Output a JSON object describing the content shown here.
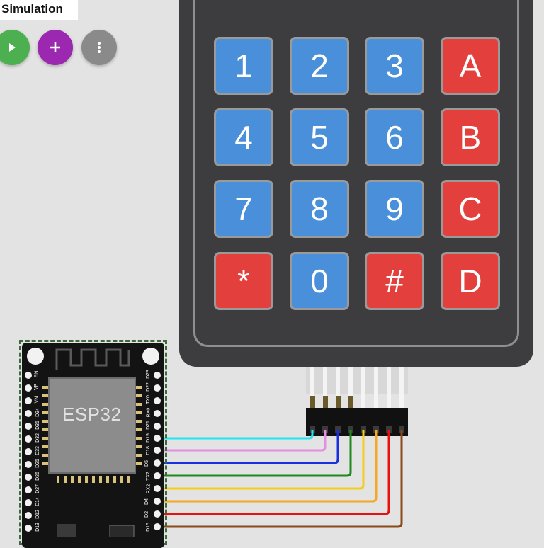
{
  "header": {
    "title": "Simulation"
  },
  "toolbar": {
    "buttons": [
      {
        "name": "play-button",
        "icon": "play-icon",
        "color": "#4caf50"
      },
      {
        "name": "add-button",
        "icon": "plus-icon",
        "color": "#9c27b0"
      },
      {
        "name": "more-button",
        "icon": "more-vertical-icon",
        "color": "#8a8a8a"
      }
    ]
  },
  "keypad": {
    "rows": [
      [
        {
          "label": "1",
          "color": "blue"
        },
        {
          "label": "2",
          "color": "blue"
        },
        {
          "label": "3",
          "color": "blue"
        },
        {
          "label": "A",
          "color": "red"
        }
      ],
      [
        {
          "label": "4",
          "color": "blue"
        },
        {
          "label": "5",
          "color": "blue"
        },
        {
          "label": "6",
          "color": "blue"
        },
        {
          "label": "B",
          "color": "red"
        }
      ],
      [
        {
          "label": "7",
          "color": "blue"
        },
        {
          "label": "8",
          "color": "blue"
        },
        {
          "label": "9",
          "color": "blue"
        },
        {
          "label": "C",
          "color": "red"
        }
      ],
      [
        {
          "label": "*",
          "color": "red"
        },
        {
          "label": "0",
          "color": "blue"
        },
        {
          "label": "#",
          "color": "red"
        },
        {
          "label": "D",
          "color": "red"
        }
      ]
    ],
    "colors": {
      "blue": "#4a8fd9",
      "red": "#e3403d",
      "body": "#3d3d3f"
    }
  },
  "board": {
    "label": "ESP32",
    "left_pins": [
      "EN",
      "VP",
      "VN",
      "D34",
      "D35",
      "D32",
      "D33",
      "D25",
      "D26",
      "D27",
      "D14",
      "D12",
      "D13"
    ],
    "right_pins": [
      "D23",
      "D22",
      "TX0",
      "RX0",
      "D21",
      "D19",
      "D18",
      "D5",
      "TX2",
      "RX2",
      "D4",
      "D2",
      "D15"
    ]
  },
  "wires": [
    {
      "pin": "D19",
      "color": "#22e5f0"
    },
    {
      "pin": "D18",
      "color": "#e58de0"
    },
    {
      "pin": "D5",
      "color": "#1a2fe0"
    },
    {
      "pin": "TX2",
      "color": "#1e8a1e"
    },
    {
      "pin": "RX2",
      "color": "#f5cc1a"
    },
    {
      "pin": "D4",
      "color": "#f5a623"
    },
    {
      "pin": "D2",
      "color": "#e81010"
    },
    {
      "pin": "D15",
      "color": "#8b4a1a"
    }
  ]
}
